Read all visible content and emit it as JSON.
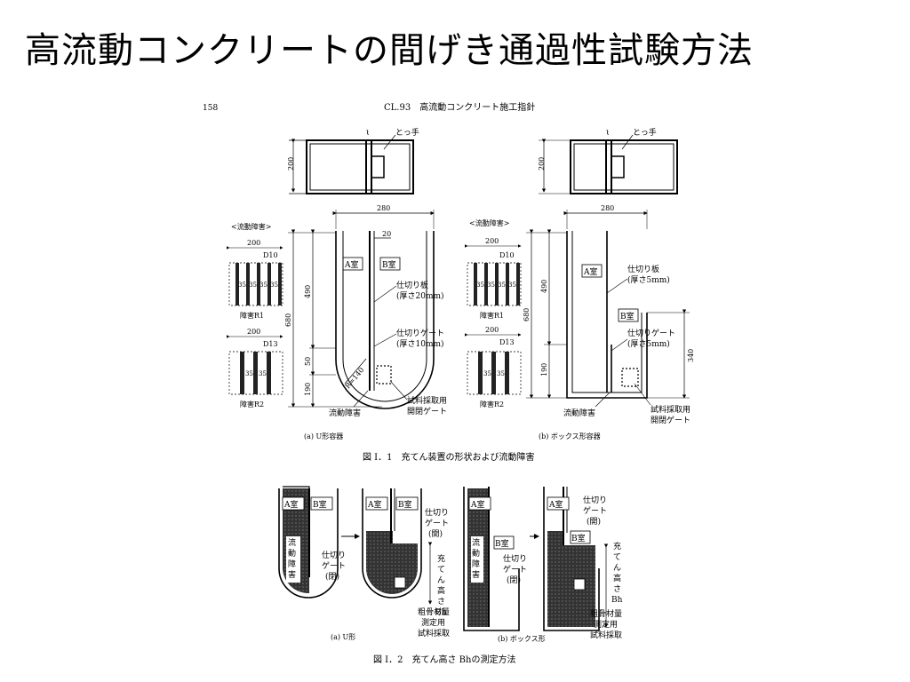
{
  "slide": {
    "title": "高流動コンクリートの間げき通過性試験方法"
  },
  "scan": {
    "page_number": "158",
    "running_header": "CL.93　高流動コンクリート施工指針",
    "fig1": {
      "caption": "図 I．1　充てん装置の形状および流動障害",
      "panel_a": {
        "sub_caption": "(a) U形容器",
        "handle": "とっ手",
        "dim_200": "200",
        "dim_280": "280",
        "dim_20": "20",
        "dim_490": "490",
        "dim_680": "680",
        "dim_50": "50",
        "dim_190": "190",
        "radius": "R=140",
        "room_a": "A室",
        "room_b": "B室",
        "partition_plate": "仕切り板",
        "partition_plate_thk": "(厚さ20mm)",
        "partition_gate": "仕切りゲート",
        "partition_gate_thk": "(厚さ10mm)",
        "sample_gate_1": "試料採取用",
        "sample_gate_2": "開閉ゲート",
        "obstacle": "流動障害",
        "legend_head": "<流動障害>",
        "r1_width": "200",
        "r1_bar": "D10",
        "r1_spacing": "35",
        "r1_label": "障害R1",
        "r2_width": "200",
        "r2_bar": "D13",
        "r2_spacing": "35",
        "r2_label": "障害R2"
      },
      "panel_b": {
        "sub_caption": "(b) ボックス形容器",
        "handle": "とっ手",
        "dim_200": "200",
        "dim_280": "280",
        "dim_490": "490",
        "dim_680": "680",
        "dim_190": "190",
        "dim_340": "340",
        "room_a": "A室",
        "room_b": "B室",
        "partition_plate": "仕切り板",
        "partition_plate_thk": "(厚さ5mm)",
        "partition_gate": "仕切りゲート",
        "partition_gate_thk": "(厚さ5mm)",
        "sample_gate_1": "試料採取用",
        "sample_gate_2": "開閉ゲート",
        "obstacle": "流動障害",
        "legend_head": "<流動障害>",
        "r1_width": "200",
        "r1_bar": "D10",
        "r1_spacing": "35",
        "r1_label": "障害R1",
        "r2_width": "200",
        "r2_bar": "D13",
        "r2_spacing": "35",
        "r2_label": "障害R2"
      }
    },
    "fig2": {
      "caption": "図 I．2　充てん高さ Bhの測定方法",
      "panel_a": {
        "sub_caption": "(a) U形",
        "room_a": "A室",
        "room_b": "B室",
        "obstacle_vertical": "流動障害",
        "gate_closed_1": "仕切り",
        "gate_closed_2": "ゲート",
        "gate_closed_3": "(閉)",
        "gate_open_1": "仕切り",
        "gate_open_2": "ゲート",
        "gate_open_3": "(開)",
        "fill_height_vertical": "充てん高さ",
        "fill_height_sym": "Bh",
        "coarse_1": "粗骨材量",
        "coarse_2": "測定用",
        "coarse_3": "試料採取"
      },
      "panel_b": {
        "sub_caption": "(b) ボックス形",
        "room_a": "A室",
        "room_b": "B室",
        "obstacle_vertical": "流動障害",
        "gate_closed_1": "仕切り",
        "gate_closed_2": "ゲート",
        "gate_closed_3": "(閉)",
        "gate_open_1": "仕切り",
        "gate_open_2": "ゲート",
        "gate_open_3": "(開)",
        "fill_height_vertical": "充てん高さ",
        "fill_height_sym": "Bh",
        "coarse_1": "粗骨材量",
        "coarse_2": "測定用",
        "coarse_3": "試料採取"
      }
    }
  }
}
